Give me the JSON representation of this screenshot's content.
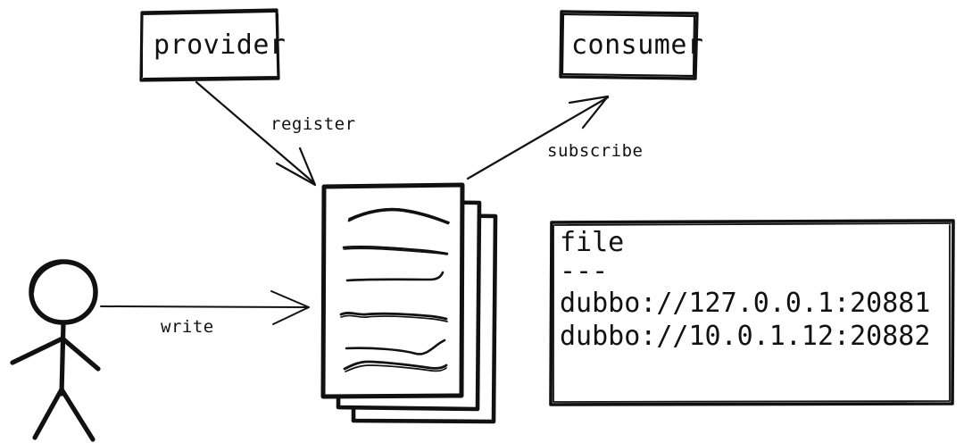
{
  "diagram": {
    "title": "dubbo file-based registry diagram",
    "background_color": "#ffffff",
    "stroke_color": "#111111",
    "nodes": {
      "provider": {
        "label": "provider",
        "shape": "rectangle"
      },
      "consumer": {
        "label": "consumer",
        "shape": "rectangle"
      },
      "registry_documents": {
        "label": "",
        "shape": "document-stack",
        "page_count": 3,
        "text_line_count": 6
      },
      "actor": {
        "label": "",
        "shape": "stick-figure"
      },
      "file": {
        "shape": "rectangle",
        "title": "file",
        "divider": "---",
        "entries": [
          "dubbo://127.0.0.1:20881",
          "dubbo://10.0.1.12:20882"
        ]
      }
    },
    "edges": [
      {
        "label": "register",
        "from": "provider",
        "to": "registry_documents",
        "direction": "down-right"
      },
      {
        "label": "subscribe",
        "from": "registry_documents",
        "to": "consumer",
        "direction": "up-right"
      },
      {
        "label": "write",
        "from": "actor",
        "to": "registry_documents",
        "direction": "right"
      }
    ]
  }
}
